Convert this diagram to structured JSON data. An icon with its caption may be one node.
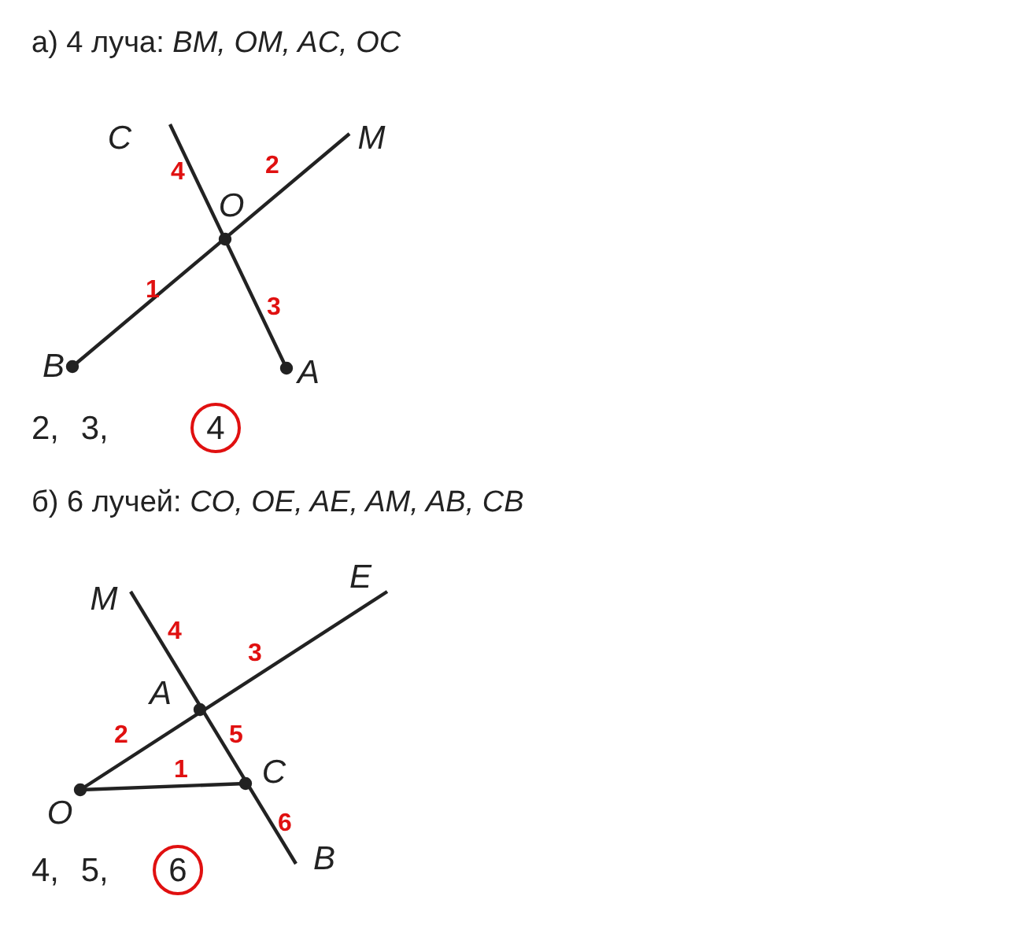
{
  "diagram": {
    "labels": [
      "а) 4 луча: *BM, OM, AC, OC*",
      "C",
      "M",
      "4",
      "2",
      "O",
      "1",
      "3",
      "B",
      "A",
      "2, 3,",
      "4",
      "б) 6 лучей: *CO, OE, AE, AM, AB, CB*",
      "M",
      "E",
      "4",
      "3",
      "A",
      "2",
      "5",
      "1",
      "C",
      "O",
      "6",
      "B",
      "4, 5,",
      "6"
    ]
  }
}
